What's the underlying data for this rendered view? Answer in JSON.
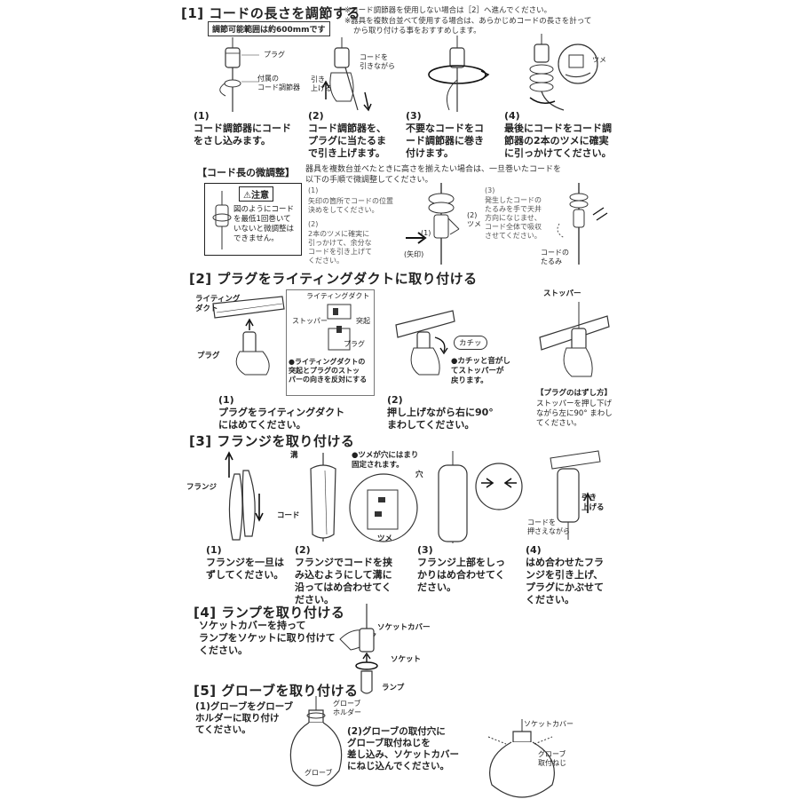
{
  "s1": {
    "title": "[1] コードの長さを調節する",
    "note1": "※コード調節器を使用しない場合は［2］へ進んでください。",
    "note2": "※器具を複数台並べて使用する場合は、あらかじめコードの長さを計って",
    "note3": "から取り付ける事をおすすめします。",
    "range": "調節可能範囲は約600mmです",
    "label_plug": "プラグ",
    "label_adjuster": "付属の\nコード調節器",
    "label_pull": "コードを\n引きながら",
    "label_lift": "引き\n上げる",
    "label_claw": "ツメ",
    "steps": [
      {
        "num": "(1)",
        "text": "コード調節器にコード\nをさし込みます。"
      },
      {
        "num": "(2)",
        "text": "コード調節器を、\nプラグに当たるま\nで引き上げます。"
      },
      {
        "num": "(3)",
        "text": "不要なコードをコ\nード調節器に巻き\n付けます。"
      },
      {
        "num": "(4)",
        "text": "最後にコードをコード調\n節器の2本のツメに確実\nに引っかけてください。"
      }
    ]
  },
  "fine": {
    "title": "【コード長の微調整】",
    "intro1": "器具を複数台並べたときに高さを揃えたい場合は、一旦巻いたコードを",
    "intro2": "以下の手順で微調整してください。",
    "caution_head": "注意",
    "caution_text": "図のようにコード\nを最低1回巻いて\nいないと微調整は\nできません。",
    "p1_num": "(1)",
    "p1_text": "矢印の箇所でコードの位置\n決めをしてください。",
    "p2_num": "(2)",
    "p2_text": "2本のツメに確実に\n引っかけて、余分な\nコードを引き上げて\nください。",
    "p3_num": "(3)",
    "p3_text": "発生したコードの\nたるみを手で天井\n方向になじませ、\nコード全体で吸収\nさせてください。",
    "label_arrow": "(矢印)",
    "label_1": "(1)",
    "label_2": "(2)\nツメ",
    "label_slack": "コードの\nたるみ"
  },
  "s2": {
    "title": "[2] プラグをライティングダクトに取り付ける",
    "label_duct": "ライティング\nダクト",
    "label_plug": "プラグ",
    "inset_duct": "ライティングダクト",
    "inset_stopper": "ストッパー",
    "inset_bump": "突起",
    "inset_plug": "プラグ",
    "inset_note": "●ライティングダクトの\n突起とプラグのストッ\nパーの向きを反対にする",
    "click": "カチッ",
    "click_note": "●カチッと音がし\nてストッパーが\n戻ります。",
    "stopper": "ストッパー",
    "removal_title": "【プラグのはずし方】",
    "removal_text": "ストッパーを押し下げ\nながら左に90° まわし\nてください。",
    "steps": [
      {
        "num": "(1)",
        "text": "プラグをライティングダクト\nにはめてください。"
      },
      {
        "num": "(2)",
        "text": "押し上げながら右に90°\nまわしてください。"
      }
    ]
  },
  "s3": {
    "title": "[3] フランジを取り付ける",
    "label_flange": "フランジ",
    "label_groove": "溝",
    "label_cord": "コード",
    "claw_note": "●ツメが穴にはまり\n固定されます。",
    "label_hole": "穴",
    "label_claw": "ツメ",
    "label_hold": "コードを\n押さえながら",
    "label_lift": "引き\n上げる",
    "steps": [
      {
        "num": "(1)",
        "text": "フランジを一旦は\nずしてください。"
      },
      {
        "num": "(2)",
        "text": "フランジでコードを挟\nみ込むようにして溝に\n沿ってはめ合わせてく\nださい。"
      },
      {
        "num": "(3)",
        "text": "フランジ上部をしっ\nかりはめ合わせてく\nださい。"
      },
      {
        "num": "(4)",
        "text": "はめ合わせたフラ\nンジを引き上げ、\nプラグにかぶせて\nください。"
      }
    ]
  },
  "s4": {
    "title": "[4] ランプを取り付ける",
    "text": "ソケットカバーを持って\nランプをソケットに取り付けて\nください。",
    "label_socket_cover": "ソケットカバー",
    "label_socket": "ソケット",
    "label_lamp": "ランプ"
  },
  "s5": {
    "title": "[5] グローブを取り付ける",
    "step1": "(1)グローブをグローブ\nホルダーに取り付け\nてください。",
    "step2": "(2)グローブの取付穴に\nグローブ取付ねじを\n差し込み、ソケットカバー\nにねじ込んでください。",
    "label_holder": "グローブ\nホルダー",
    "label_globe": "グローブ",
    "label_socket_cover": "ソケットカバー",
    "label_screw": "グローブ\n取付ねじ"
  }
}
